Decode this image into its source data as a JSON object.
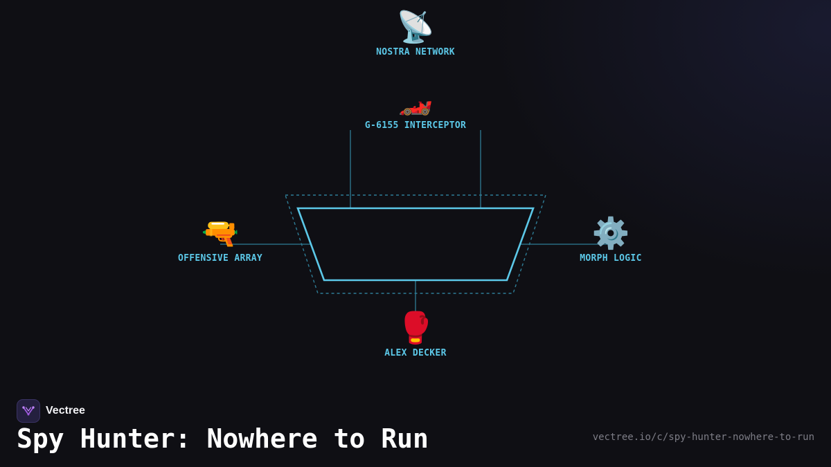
{
  "diagram": {
    "nodes": {
      "nostra": {
        "icon": "satellite-dish-icon",
        "glyph": "📡",
        "label": "NOSTRA NETWORK"
      },
      "g6155": {
        "icon": "race-car-icon",
        "glyph": "🏎️",
        "label": "G-6155 INTERCEPTOR"
      },
      "offense": {
        "icon": "water-pistol-icon",
        "glyph": "🔫",
        "label": "OFFENSIVE ARRAY"
      },
      "morph": {
        "icon": "gear-icon",
        "glyph": "⚙️",
        "label": "MORPH LOGIC"
      },
      "alex": {
        "icon": "boxing-glove-icon",
        "glyph": "🥊",
        "label": "ALEX DECKER"
      }
    },
    "colors": {
      "accent": "#5cc8e8",
      "wire": "#2f7d96",
      "background": "#0f0f14"
    }
  },
  "footer": {
    "brand": "Vectree",
    "title": "Spy Hunter: Nowhere to Run",
    "url": "vectree.io/c/spy-hunter-nowhere-to-run"
  }
}
